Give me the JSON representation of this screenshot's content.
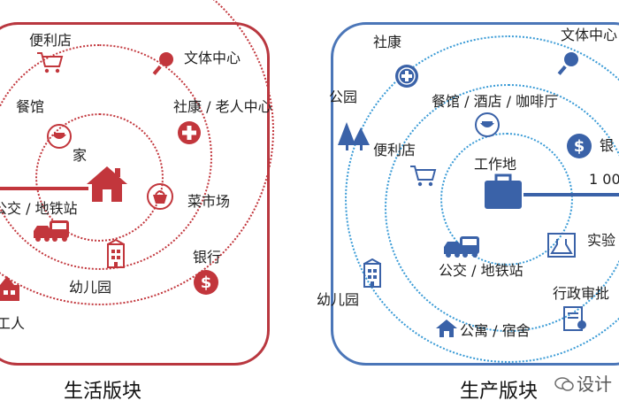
{
  "colors": {
    "red": "#c2363c",
    "blue": "#3a62a8",
    "blue_ring": "#3a9bd6",
    "frame_red": "#b9373f",
    "frame_blue": "#4b76b8"
  },
  "left_panel": {
    "title": "生活版块",
    "center_label": "家",
    "labels": {
      "convenience_store": "便利店",
      "culture_center": "文体中心",
      "restaurant": "餐馆",
      "community_center": "社康 / 老人中心",
      "vegetable_market": "菜市场",
      "bus_metro": "公交 / 地铁站",
      "bank": "银行",
      "kindergarten": "幼儿园",
      "workplace": "工人"
    }
  },
  "right_panel": {
    "title": "生产版块",
    "center_label": "工作地",
    "labels": {
      "community_health": "社康",
      "culture_center": "文体中心",
      "park": "公园",
      "restaurant_hotel_cafe": "餐馆 / 酒店 / 咖啡厅",
      "convenience_store": "便利店",
      "bank": "银",
      "distance": "1 00",
      "lab": "实验",
      "bus_metro": "公交 / 地铁站",
      "kindergarten": "幼儿园",
      "admin_approval": "行政审批",
      "apartment": "公寓 / 宿舍"
    }
  },
  "watermark": {
    "text": "设计"
  }
}
